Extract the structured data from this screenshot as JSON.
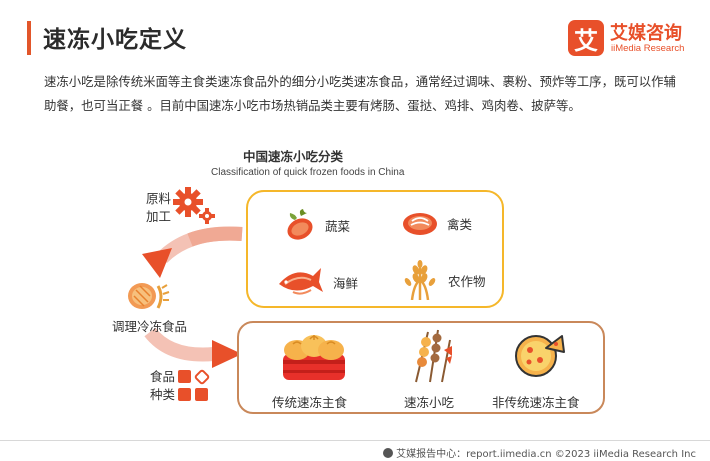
{
  "header": {
    "title": "速冻小吃定义"
  },
  "logo": {
    "mark": "艾",
    "name_cn": "艾媒咨询",
    "name_en": "iiMedia Research"
  },
  "intro": {
    "text": "速冻小吃是除传统米面等主食类速冻食品外的细分小吃类速冻食品，通常经过调味、裹粉、预炸等工序，既可以作辅助餐，也可当正餐 。目前中国速冻小吃市场热销品类主要有烤肠、蛋挞、鸡排、鸡肉卷、披萨等。"
  },
  "classification": {
    "title_cn": "中国速冻小吃分类",
    "title_en": "Classification of quick frozen foods in China"
  },
  "side_labels": {
    "raw_material": [
      "原料",
      "加工"
    ],
    "prepared_food": "调理冷冻食品",
    "food_type": [
      "食品",
      "种类"
    ]
  },
  "raw_categories": [
    {
      "label": "蔬菜",
      "icon": "vegetable-icon"
    },
    {
      "label": "禽类",
      "icon": "meat-icon"
    },
    {
      "label": "海鲜",
      "icon": "fish-icon"
    },
    {
      "label": "农作物",
      "icon": "wheat-icon"
    }
  ],
  "food_types": [
    {
      "label": "传统速冻主食",
      "icon": "steamed-buns-icon"
    },
    {
      "label": "速冻小吃",
      "icon": "skewer-icon"
    },
    {
      "label": "非传统速冻主食",
      "icon": "pizza-icon"
    }
  ],
  "colors": {
    "accent": "#e8502a",
    "box_top_border": "#f5b72a",
    "box_bottom_border": "#c9885a"
  },
  "footer": {
    "text": "艾媒报告中心：report.iimedia.cn  ©2023  iiMedia Research Inc"
  }
}
